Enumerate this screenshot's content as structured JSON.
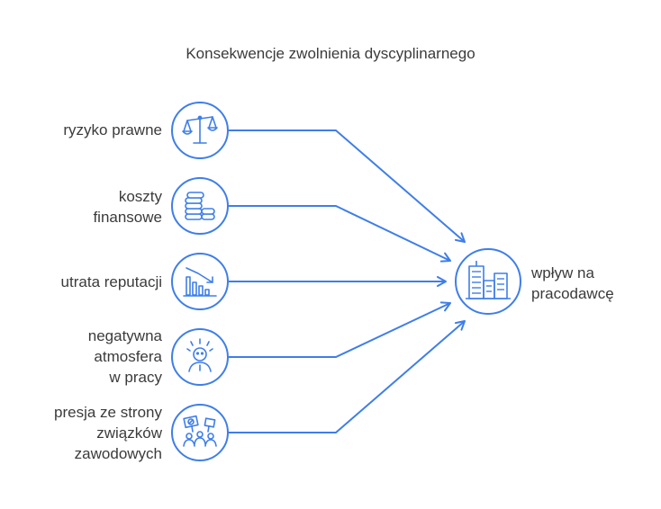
{
  "title": "Konsekwencje zwolnienia dyscyplinarnego",
  "colors": {
    "accent": "#3f7ee8",
    "stroke": "#3f7ee8",
    "text": "#3b3b3b"
  },
  "inputs": [
    {
      "id": "ryzyko",
      "lines": [
        "ryzyko prawne"
      ],
      "icon": "scales-icon"
    },
    {
      "id": "koszty",
      "lines": [
        "koszty",
        "finansowe"
      ],
      "icon": "coins-icon"
    },
    {
      "id": "reputacja",
      "lines": [
        "utrata reputacji"
      ],
      "icon": "declining-chart-icon"
    },
    {
      "id": "atmosfera",
      "lines": [
        "negatywna",
        "atmosfera",
        "w pracy"
      ],
      "icon": "stressed-person-icon"
    },
    {
      "id": "zwiazki",
      "lines": [
        "presja ze strony",
        "związków",
        "zawodowych"
      ],
      "icon": "protest-group-icon"
    }
  ],
  "output": {
    "lines": [
      "wpływ na",
      "pracodawcę"
    ],
    "icon": "buildings-icon"
  }
}
